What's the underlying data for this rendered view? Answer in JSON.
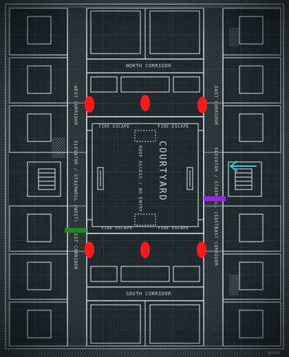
{
  "corridors": {
    "north": "NORTH CORRIDOR",
    "south": "SOUTH CORRIDOR",
    "west": "WEST CORRIDOR",
    "east_upper": "EAST CORRIDOR",
    "east_lower": "EAST CORRIDOR"
  },
  "elevators": {
    "west": "ELEVATOR / STAIRWELL (WEST)",
    "east": "ELEVATOR / STAIRWELL (EAST)"
  },
  "courtyard": {
    "title": "COURTYARD",
    "subtitle": "ROOF ACCESS / NO ENTRY"
  },
  "fire_escapes": [
    "FIRE ESCAPE",
    "FIRE ESCAPE",
    "FIRE ESCAPE",
    "FIRE ESCAPE"
  ],
  "watermark": "gamz",
  "colors": {
    "background": "#1a2226",
    "blueprint_line": "#c3ccd1",
    "enemy_marker": "#ff1a1a",
    "objective_marker": "#a020f0",
    "entry_marker": "#1f8a1f",
    "direction_arrow": "#28d2e0"
  },
  "markers": {
    "enemies": [
      {
        "id": "enemy-nw"
      },
      {
        "id": "enemy-n"
      },
      {
        "id": "enemy-ne"
      },
      {
        "id": "enemy-sw"
      },
      {
        "id": "enemy-s"
      },
      {
        "id": "enemy-se"
      }
    ],
    "objective": {
      "id": "objective-east"
    },
    "entry": {
      "id": "entry-west"
    },
    "arrow": {
      "id": "direction-arrow-east",
      "icon": "arrow-left-icon"
    }
  }
}
